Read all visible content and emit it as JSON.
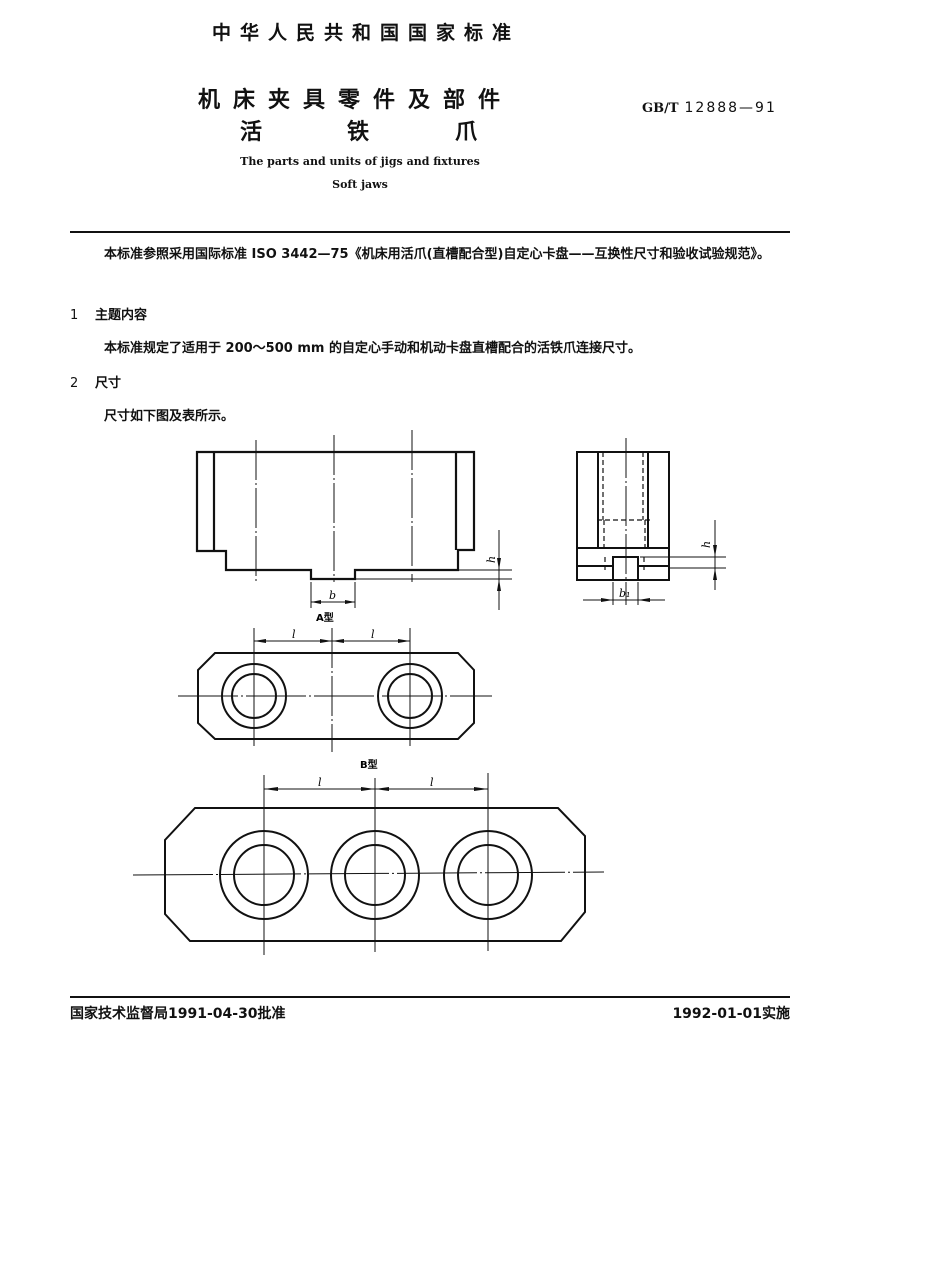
{
  "header": {
    "organization": "中华人民共和国国家标准",
    "title_cn": "机床夹具零件及部件",
    "subtitle_cn": [
      "活",
      "铁",
      "爪"
    ],
    "title_en_line1": "The parts and units of jigs and fixtures",
    "title_en_line2": "Soft jaws",
    "standard_prefix": "GB/T",
    "standard_number": "12888—91"
  },
  "body": {
    "intro": "本标准参照采用国际标准 ISO 3442—75《机床用活爪(直槽配合型)自定心卡盘——互换性尺寸和验收试验规范》。",
    "sections": [
      {
        "number": "1",
        "title": "主题内容",
        "text": "本标准规定了适用于 200～500 mm 的自定心手动和机动卡盘直槽配合的活铁爪连接尺寸。"
      },
      {
        "number": "2",
        "title": "尺寸",
        "text": "尺寸如下图及表所示。"
      }
    ]
  },
  "figures": {
    "front_view": {
      "dim_b": "b",
      "dim_h": "h",
      "caption": "A型"
    },
    "side_view": {
      "dim_b1": "b₁",
      "dim_h": "h"
    },
    "type_a": {
      "caption": "A型",
      "dim_l1": "l",
      "dim_l2": "l",
      "holes": 2
    },
    "type_b": {
      "caption": "B型",
      "dim_l1": "l",
      "dim_l2": "l",
      "holes": 3
    }
  },
  "footer": {
    "approval": "国家技术监督局1991-04-30批准",
    "effective": "1992-01-01实施"
  }
}
